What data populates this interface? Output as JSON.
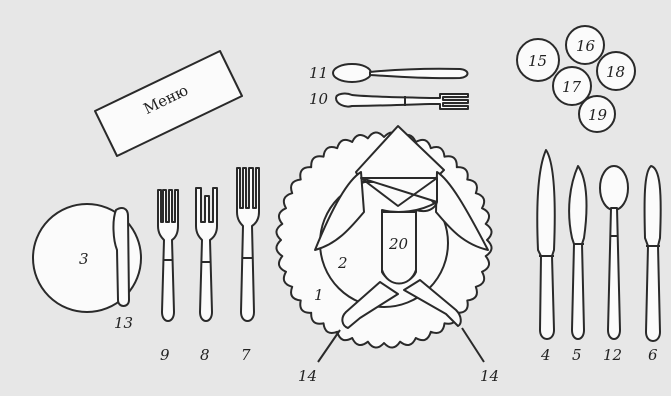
{
  "menu_card": {
    "text": "Меню"
  },
  "labels": {
    "n1": "1",
    "n2": "2",
    "n3": "3",
    "n4": "4",
    "n5": "5",
    "n6": "6",
    "n7": "7",
    "n8": "8",
    "n9": "9",
    "n10": "10",
    "n11": "11",
    "n12": "12",
    "n13": "13",
    "n14a": "14",
    "n14b": "14",
    "n15": "15",
    "n16": "16",
    "n17": "17",
    "n18": "18",
    "n19": "19",
    "n20": "20"
  },
  "colors": {
    "background": "#e7e7e7",
    "ink": "#2a2a2a",
    "paper": "#fbfbfb"
  }
}
